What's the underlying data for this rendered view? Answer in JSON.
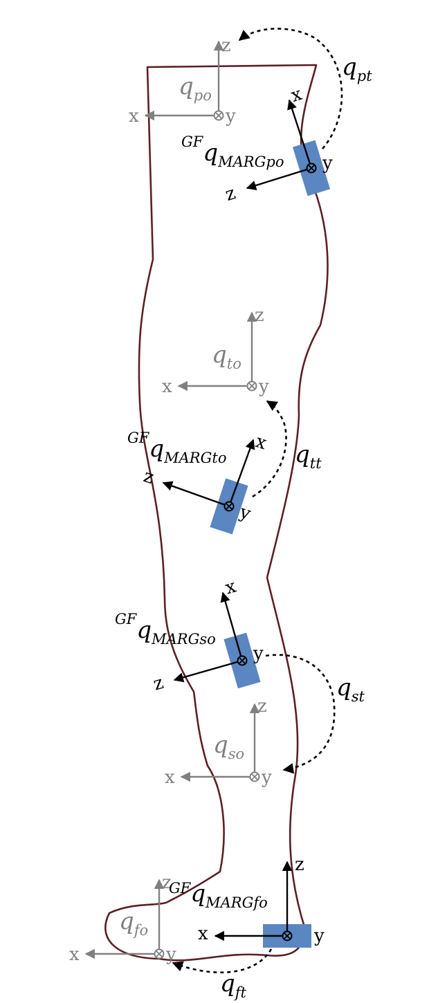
{
  "axis_labels": {
    "x": "x",
    "y": "y",
    "z": "z"
  },
  "quaternions": {
    "pelvis_orientation": {
      "base": "q",
      "sub": "po"
    },
    "pelvis_transform": {
      "base": "q",
      "sub": "pt"
    },
    "marg_pelvis": {
      "sup": "GF",
      "base": "q",
      "sub": "MARGpo"
    },
    "thigh_orientation": {
      "base": "q",
      "sub": "to"
    },
    "thigh_transform": {
      "base": "q",
      "sub": "tt"
    },
    "marg_thigh": {
      "sup": "GF",
      "base": "q",
      "sub": "MARGto"
    },
    "shank_marg": {
      "sup": "GF",
      "base": "q",
      "sub": "MARGso"
    },
    "shank_transform": {
      "base": "q",
      "sub": "st"
    },
    "shank_orientation": {
      "base": "q",
      "sub": "so"
    },
    "foot_marg": {
      "sup": "GF",
      "base": "q",
      "sub": "MARGfo"
    },
    "foot_orientation": {
      "base": "q",
      "sub": "fo"
    },
    "foot_transform": {
      "base": "q",
      "sub": "ft"
    }
  },
  "colors": {
    "outline": "#5c1f24",
    "sensor": "#5a86c1",
    "global_frame": "#808080",
    "sensor_frame": "#000000"
  }
}
